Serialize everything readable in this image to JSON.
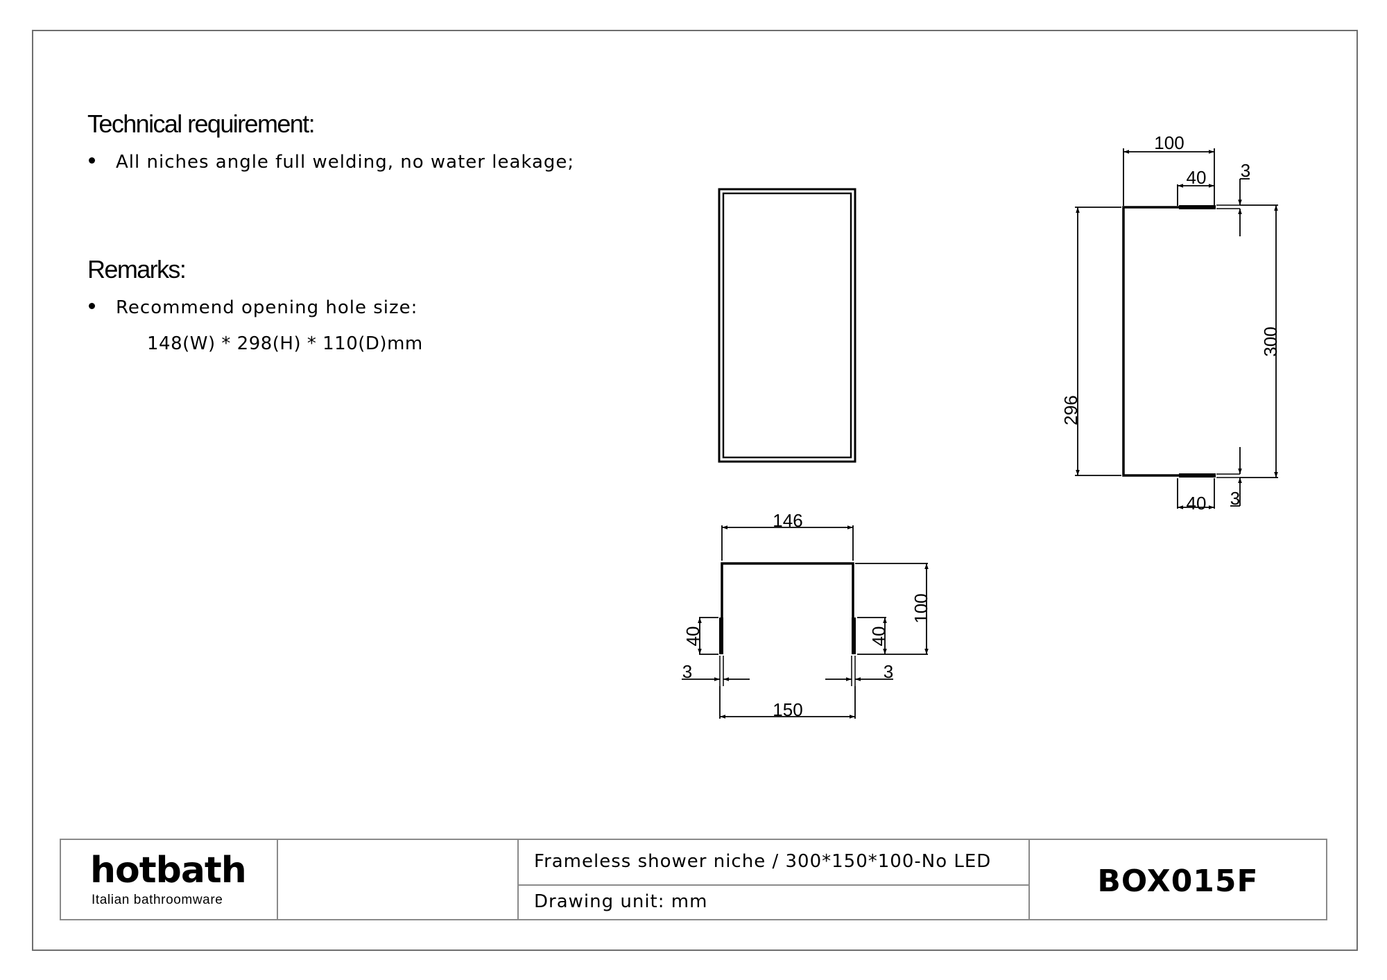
{
  "document": {
    "type": "technical drawing",
    "unit": "mm"
  },
  "notes": {
    "technical_requirement": {
      "heading": "Technical requirement:",
      "items": [
        "All niches angle full welding, no water leakage;"
      ]
    },
    "remarks": {
      "heading": "Remarks:",
      "items": [
        "Recommend  opening hole size:"
      ],
      "detail": "148(W)  * 298(H)  * 110(D)mm"
    }
  },
  "views": {
    "front": {
      "description": "front view, double-line rectangular frame"
    },
    "side": {
      "dimensions": {
        "depth_top": "100",
        "flange_top": "40",
        "thickness_top": "3",
        "height_outer": "300",
        "height_inner": "296",
        "flange_bottom": "40",
        "thickness_bottom": "3"
      }
    },
    "top": {
      "dimensions": {
        "inner_width": "146",
        "depth": "100",
        "flange_left": "40",
        "flange_right": "40",
        "thickness_left": "3",
        "thickness_right": "3",
        "outer_width": "150"
      }
    }
  },
  "title_block": {
    "logo": {
      "brand": "hotbath",
      "tagline": "Italian bathroomware"
    },
    "blank_cell": "",
    "description": "Frameless  shower  niche  / 300*150*100-No LED",
    "drawing_unit": "Drawing unit: mm",
    "product_code": "BOX015F"
  },
  "colors": {
    "line": "#000000",
    "frame_border": "#6e6e6e",
    "table_border": "#8a8a8a",
    "background": "#ffffff"
  }
}
